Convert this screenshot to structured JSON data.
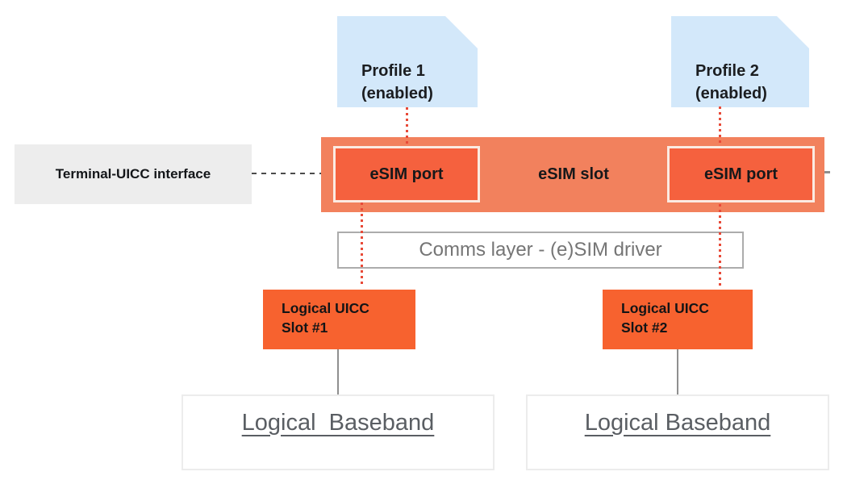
{
  "profiles": [
    {
      "line1": "Profile 1",
      "line2": "(enabled)"
    },
    {
      "line1": "Profile 2",
      "line2": "(enabled)"
    }
  ],
  "terminal_interface": {
    "label": "Terminal-UICC interface"
  },
  "esim_slot": {
    "label": "eSIM slot",
    "ports": [
      {
        "label": "eSIM port"
      },
      {
        "label": "eSIM port"
      }
    ]
  },
  "comms_layer": {
    "label": "Comms layer - (e)SIM driver"
  },
  "logical_uicc_slots": [
    {
      "line1": "Logical UICC",
      "line2": "Slot #1"
    },
    {
      "line1": "Logical UICC",
      "line2": "Slot #2"
    }
  ],
  "logical_basebands": [
    {
      "label": "Logical  Baseband"
    },
    {
      "label": "Logical Baseband"
    }
  ],
  "colors": {
    "profile_card_blue": "#D3E8FA",
    "esim_slot_bar": "#F2815D",
    "esim_port": "#F5613E",
    "logical_uicc_slot": "#F7622F",
    "interface_label_bg": "#EDEDED",
    "red_dotted_connector": "#E84A38",
    "dashed_connector": "#4B4B4B",
    "gray_connector": "#8F8F8F",
    "dark_text": "#17181A",
    "comms_text": "#757575",
    "baseband_text": "#5A5E63"
  }
}
